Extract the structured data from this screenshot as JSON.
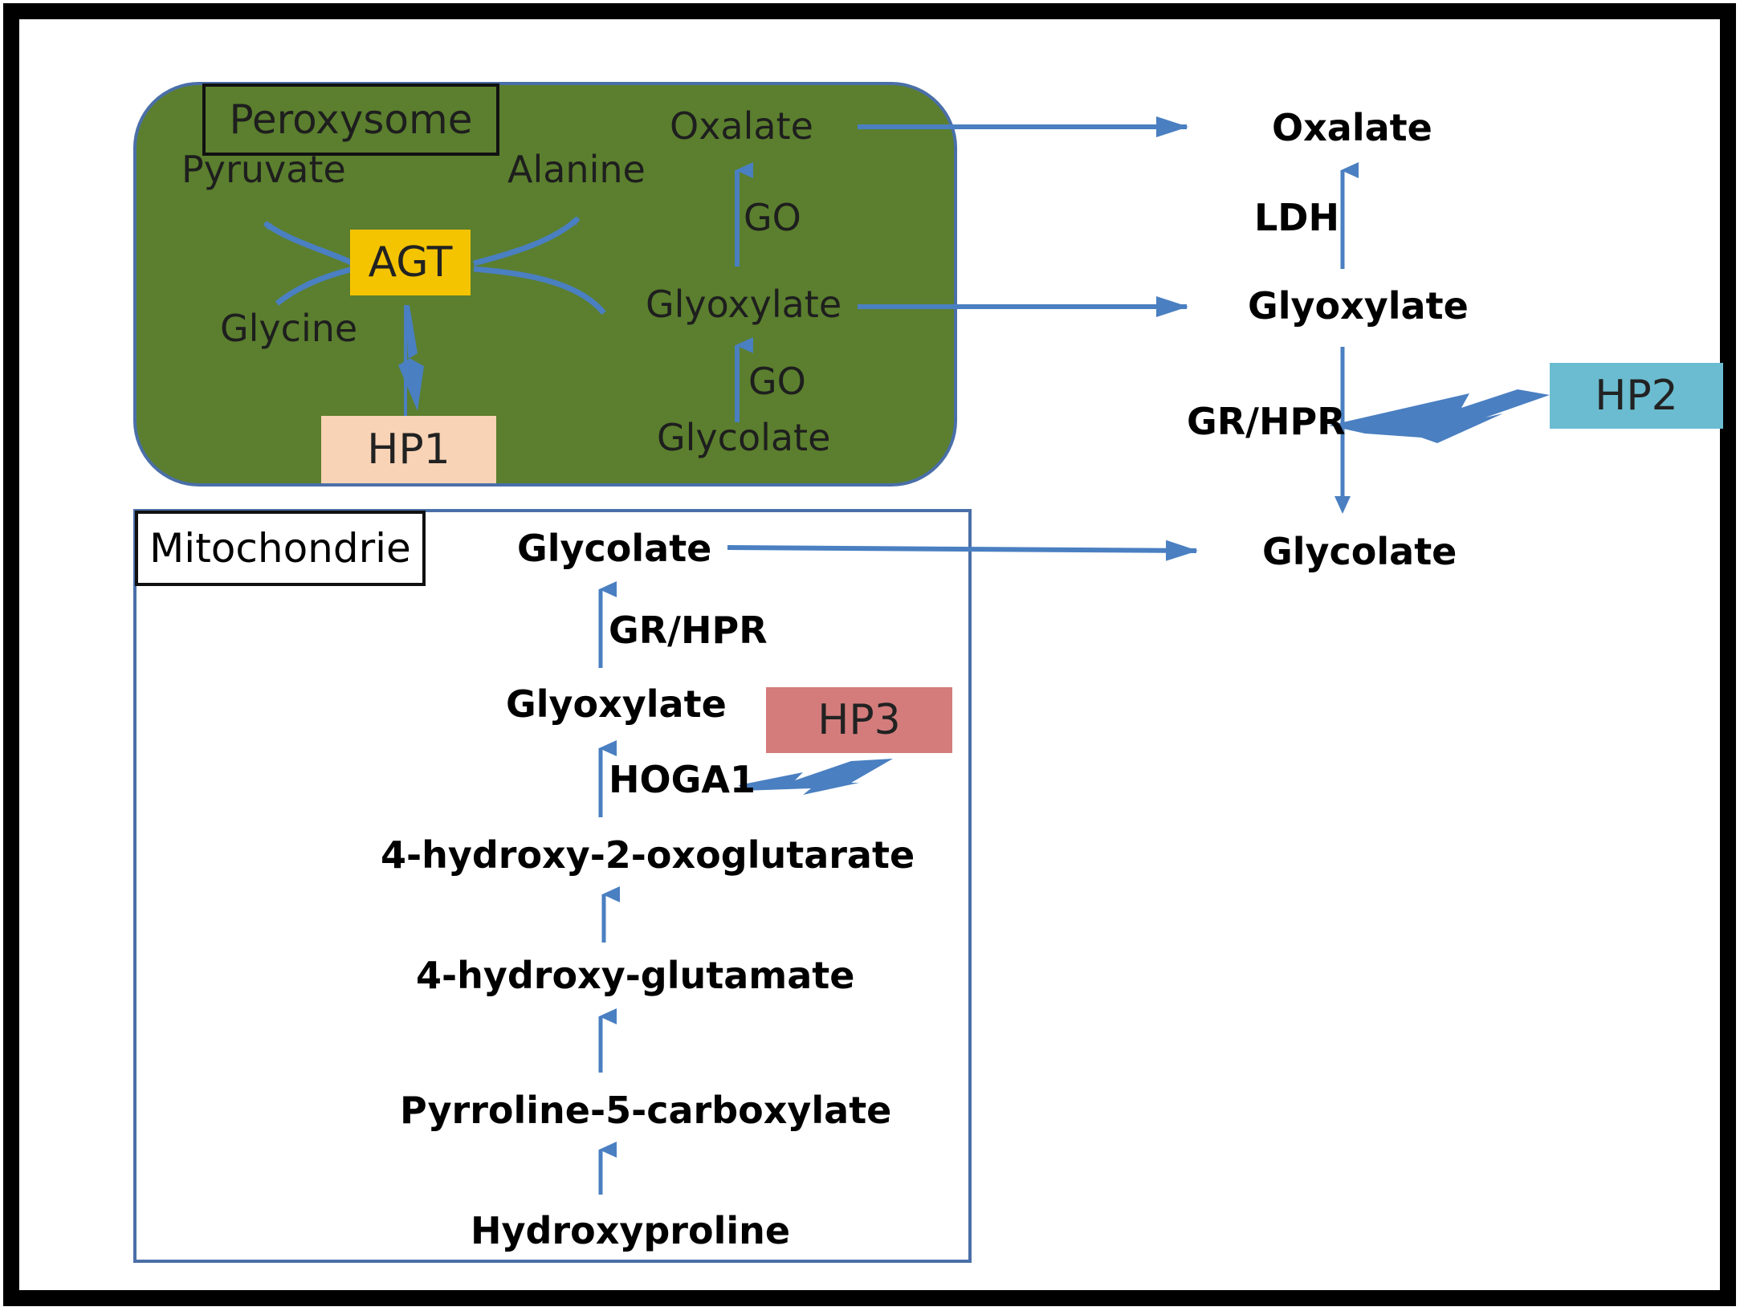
{
  "compartments": {
    "peroxysome": {
      "title": "Peroxysome",
      "color": "#5b7f2e"
    },
    "mitochondrie": {
      "title": "Mitochondrie"
    }
  },
  "peroxysome": {
    "pyruvate": "Pyruvate",
    "alanine": "Alanine",
    "glycine": "Glycine",
    "agt": "AGT",
    "hp1": "HP1",
    "oxalate": "Oxalate",
    "go_top": "GO",
    "glyoxylate": "Glyoxylate",
    "go_bottom": "GO",
    "glycolate": "Glycolate"
  },
  "cytosol": {
    "oxalate": "Oxalate",
    "ldh": "LDH",
    "glyoxylate": "Glyoxylate",
    "gr_hpr": "GR/HPR",
    "hp2": "HP2",
    "glycolate": "Glycolate"
  },
  "mitochondrie": {
    "glycolate": "Glycolate",
    "gr_hpr": "GR/HPR",
    "glyoxylate": "Glyoxylate",
    "hp3": "HP3",
    "hoga1": "HOGA1",
    "hog": "4-hydroxy-2-oxoglutarate",
    "hgl": "4-hydroxy-glutamate",
    "p5c": "Pyrroline-5-carboxylate",
    "hyp": "Hydroxyproline"
  },
  "colors": {
    "arrow": "#4a7fc1",
    "agt": "#f5c400",
    "hp1": "#f8d3b6",
    "hp2": "#6bbcd0",
    "hp3": "#d47c7c",
    "frame": "#000000"
  }
}
